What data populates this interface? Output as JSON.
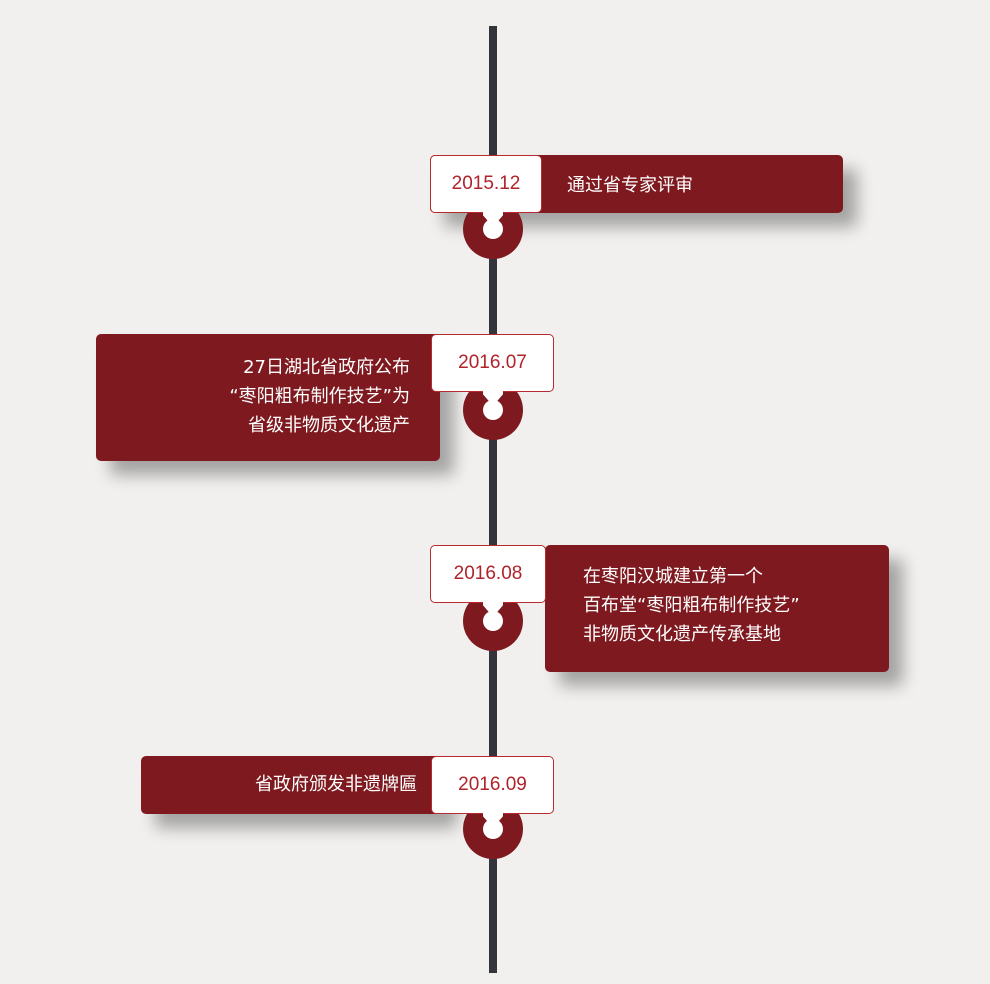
{
  "colors": {
    "background": "#f1f0ef",
    "timeline": "#34353b",
    "card": "#7e1a1f",
    "date_text": "#b0232a",
    "date_border": "#b92a2e"
  },
  "timeline": {
    "events": [
      {
        "date": "2015.12",
        "lines": [
          "通过省专家评审"
        ]
      },
      {
        "date": "2016.07",
        "lines": [
          "27日湖北省政府公布",
          "“枣阳粗布制作技艺”为",
          "省级非物质文化遗产"
        ]
      },
      {
        "date": "2016.08",
        "lines": [
          "在枣阳汉城建立第一个",
          "百布堂“枣阳粗布制作技艺”",
          "非物质文化遗产传承基地"
        ]
      },
      {
        "date": "2016.09",
        "lines": [
          "省政府颁发非遗牌匾"
        ]
      }
    ]
  }
}
